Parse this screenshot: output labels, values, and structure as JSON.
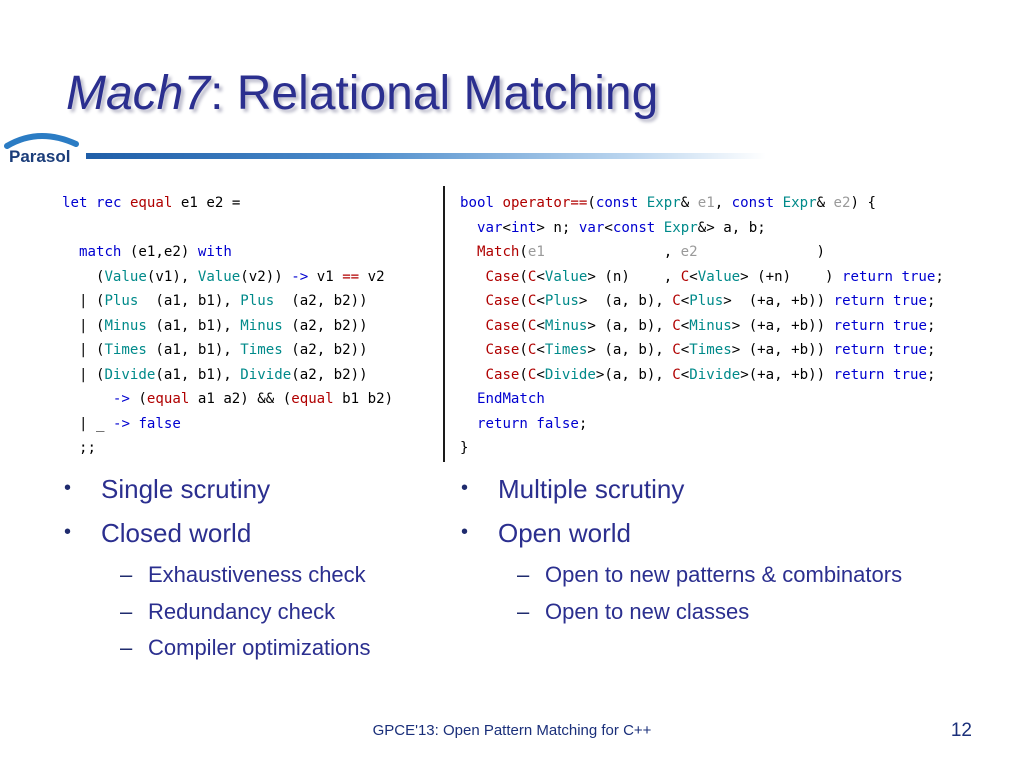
{
  "title": {
    "italic": "Mach7",
    "rest": ": Relational Matching"
  },
  "logo": {
    "text": "Parasol",
    "icon": "parasol-logo"
  },
  "footer": "GPCE'13: Open Pattern Matching for C++",
  "page_number": "12",
  "left_code_lines": [
    "let rec equal e1 e2 =",
    "",
    "  match (e1,e2) with",
    "    (Value(v1), Value(v2)) -> v1 == v2",
    "  | (Plus  (a1, b1), Plus  (a2, b2))",
    "  | (Minus (a1, b1), Minus (a2, b2))",
    "  | (Times (a1, b1), Times (a2, b2))",
    "  | (Divide(a1, b1), Divide(a2, b2))",
    "      -> (equal a1 a2) && (equal b1 b2)",
    "  | _ -> false",
    "  ;;"
  ],
  "right_code_lines": [
    "bool operator==(const Expr& e1, const Expr& e2) {",
    "  var<int> n; var<const Expr&> a, b;",
    "  Match(e1              , e2              )",
    "   Case(C<Value> (n)    , C<Value> (+n)    ) return true;",
    "   Case(C<Plus>  (a, b), C<Plus>  (+a, +b)) return true;",
    "   Case(C<Minus> (a, b), C<Minus> (+a, +b)) return true;",
    "   Case(C<Times> (a, b), C<Times> (+a, +b)) return true;",
    "   Case(C<Divide>(a, b), C<Divide>(+a, +b)) return true;",
    "  EndMatch",
    "  return false;",
    "}"
  ],
  "left_bullets": [
    {
      "level": 1,
      "text": "Single scrutiny"
    },
    {
      "level": 1,
      "text": "Closed world"
    },
    {
      "level": 2,
      "text": "Exhaustiveness check"
    },
    {
      "level": 2,
      "text": "Redundancy check"
    },
    {
      "level": 2,
      "text": "Compiler optimizations"
    }
  ],
  "right_bullets": [
    {
      "level": 1,
      "text": "Multiple scrutiny"
    },
    {
      "level": 1,
      "text": "Open world"
    },
    {
      "level": 2,
      "text": "Open to new patterns & combinators"
    },
    {
      "level": 2,
      "text": "Open to new classes"
    }
  ],
  "bullet_marks": {
    "level1": "•",
    "level2": "–"
  },
  "colors": {
    "title": "#2b2f8f",
    "bullet_text": "#2b2f8f",
    "keyword": "#0000d0",
    "function": "#b00000",
    "type": "#008a8a",
    "param": "#9a9a9a",
    "footer": "#1a2f7a"
  }
}
